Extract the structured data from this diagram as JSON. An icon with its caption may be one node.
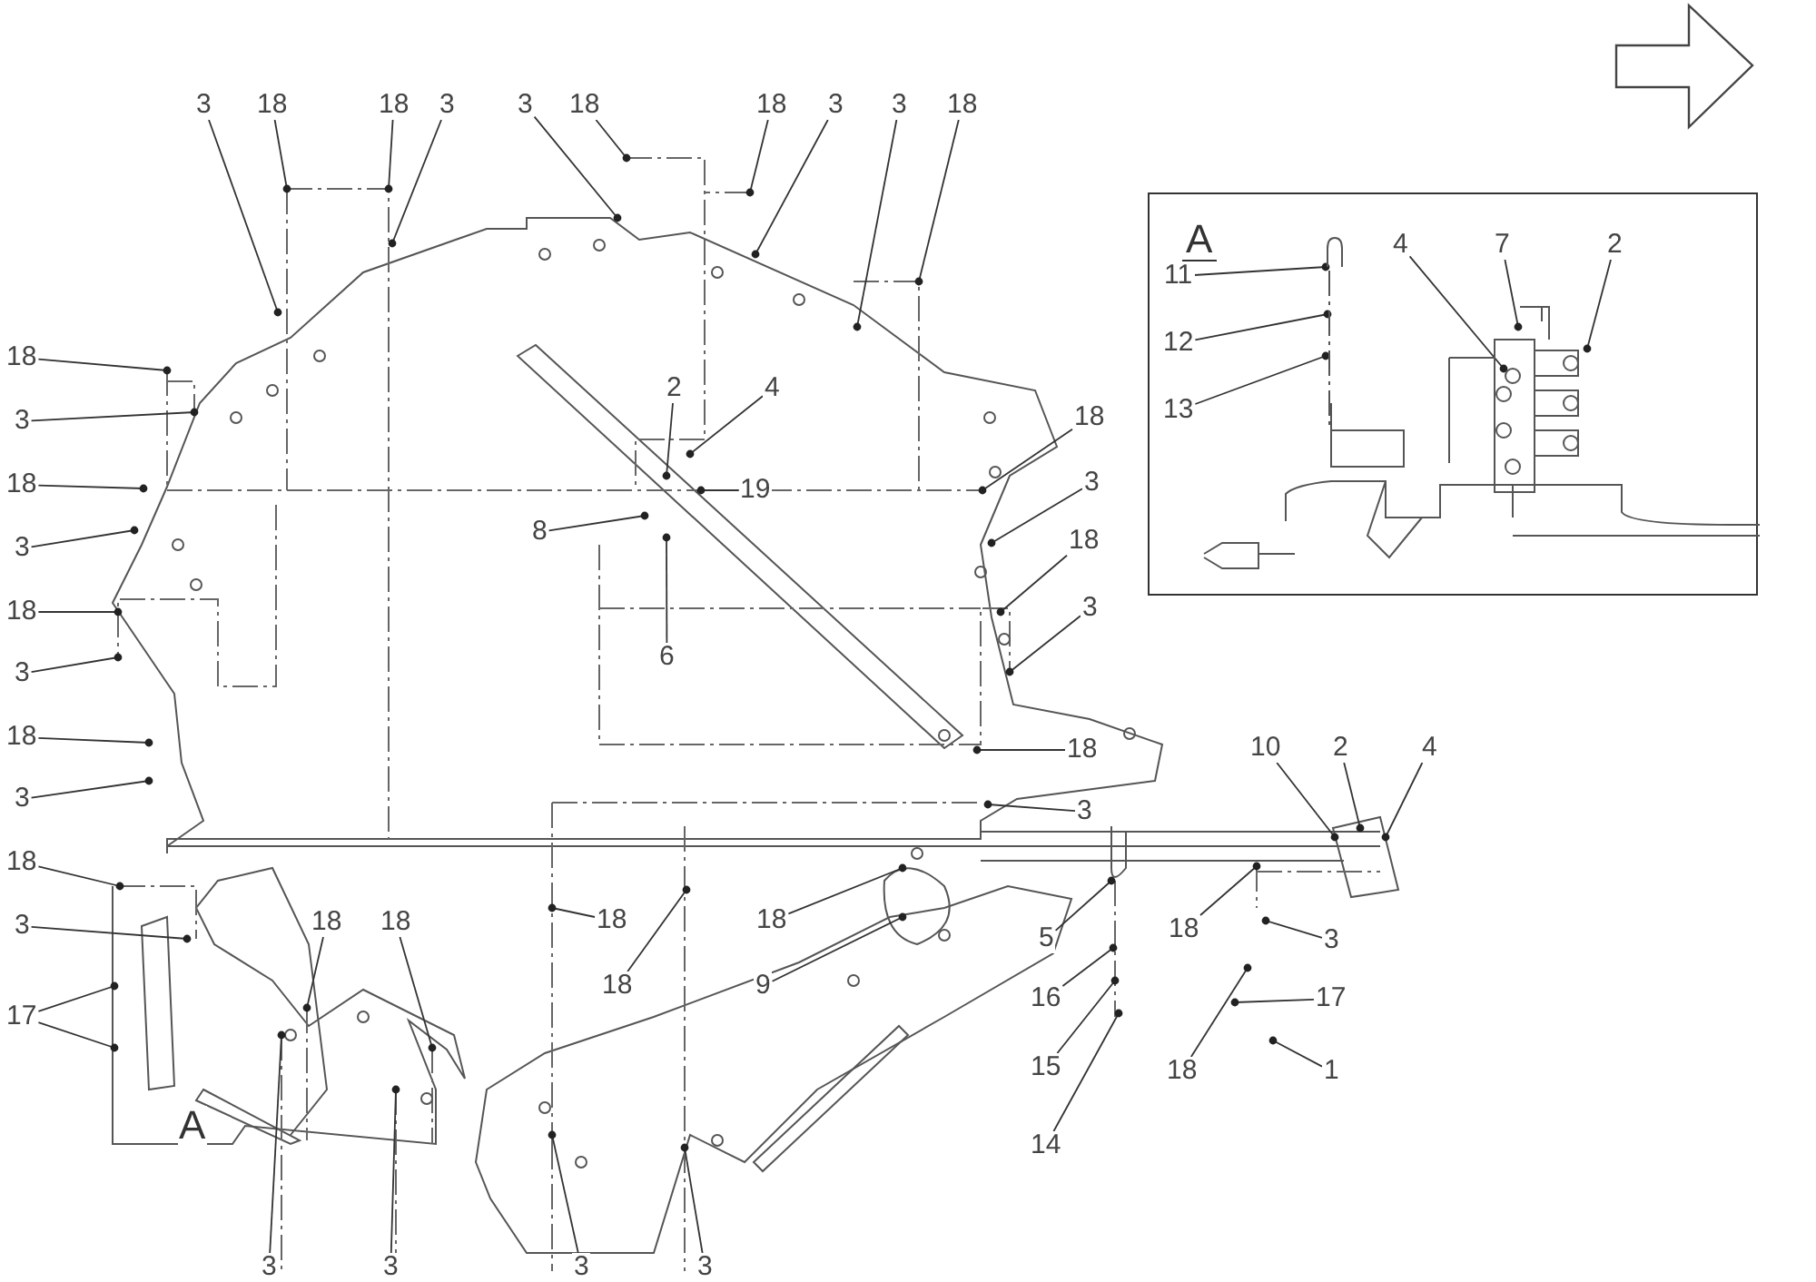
{
  "diagram": {
    "nodes": [
      {
        "text": [
          "A"
        ]
      },
      {
        "text": [
          "3"
        ]
      },
      {
        "text": [
          "18"
        ]
      },
      {
        "text": [
          "18"
        ]
      },
      {
        "text": [
          "3"
        ]
      },
      {
        "text": [
          "3"
        ]
      },
      {
        "text": [
          "18"
        ]
      },
      {
        "text": [
          "18"
        ]
      },
      {
        "text": [
          "3"
        ]
      },
      {
        "text": [
          "3"
        ]
      },
      {
        "text": [
          "18"
        ]
      },
      {
        "text": [
          "18"
        ]
      },
      {
        "text": [
          "3"
        ]
      },
      {
        "text": [
          "18"
        ]
      },
      {
        "text": [
          "3"
        ]
      },
      {
        "text": [
          "18"
        ]
      },
      {
        "text": [
          "3"
        ]
      },
      {
        "text": [
          "18"
        ]
      },
      {
        "text": [
          "3"
        ]
      },
      {
        "text": [
          "2"
        ]
      },
      {
        "text": [
          "4"
        ]
      },
      {
        "text": [
          "19"
        ]
      },
      {
        "text": [
          "8"
        ]
      },
      {
        "text": [
          "6"
        ]
      },
      {
        "text": [
          "18"
        ]
      },
      {
        "text": [
          "3"
        ]
      },
      {
        "text": [
          "18"
        ]
      },
      {
        "text": [
          "3"
        ]
      },
      {
        "text": [
          "18"
        ]
      },
      {
        "text": [
          "3"
        ]
      },
      {
        "text": [
          "18"
        ]
      },
      {
        "text": [
          "3"
        ]
      },
      {
        "text": [
          "17"
        ]
      },
      {
        "text": [
          "18"
        ]
      },
      {
        "text": [
          "18"
        ]
      },
      {
        "text": [
          "3"
        ]
      },
      {
        "text": [
          "3"
        ]
      },
      {
        "text": [
          "3"
        ]
      },
      {
        "text": [
          "3"
        ]
      },
      {
        "text": [
          "18"
        ]
      },
      {
        "text": [
          "18"
        ]
      },
      {
        "text": [
          "18"
        ]
      },
      {
        "text": [
          "9"
        ]
      },
      {
        "text": [
          "10"
        ]
      },
      {
        "text": [
          "2"
        ]
      },
      {
        "text": [
          "4"
        ]
      },
      {
        "text": [
          "5"
        ]
      },
      {
        "text": [
          "16"
        ]
      },
      {
        "text": [
          "15"
        ]
      },
      {
        "text": [
          "14"
        ]
      },
      {
        "text": [
          "18"
        ]
      },
      {
        "text": [
          "3"
        ]
      },
      {
        "text": [
          "18"
        ]
      },
      {
        "text": [
          "17"
        ]
      },
      {
        "text": [
          "1"
        ]
      },
      {
        "text": [
          "11"
        ],
        "in": 0
      },
      {
        "text": [
          "12"
        ],
        "in": 0
      },
      {
        "text": [
          "13"
        ],
        "in": 0
      },
      {
        "text": [
          "4"
        ],
        "in": 0
      },
      {
        "text": [
          "7"
        ],
        "in": 0
      },
      {
        "text": [
          "2"
        ],
        "in": 0
      }
    ],
    "edges": [
      {
        "from": 1,
        "to": null,
        "arrow": "other"
      },
      {
        "from": 2,
        "to": null,
        "arrow": "other"
      },
      {
        "from": 3,
        "to": null,
        "arrow": "other"
      },
      {
        "from": 4,
        "to": null,
        "arrow": "other"
      },
      {
        "from": 5,
        "to": null,
        "arrow": "other"
      },
      {
        "from": 6,
        "to": null,
        "arrow": "other"
      },
      {
        "from": 7,
        "to": null,
        "arrow": "other"
      },
      {
        "from": 8,
        "to": null,
        "arrow": "other"
      },
      {
        "from": 9,
        "to": null,
        "arrow": "other"
      },
      {
        "from": 10,
        "to": null,
        "arrow": "other"
      },
      {
        "from": 11,
        "to": null,
        "arrow": "other"
      },
      {
        "from": 12,
        "to": null,
        "arrow": "other"
      },
      {
        "from": 13,
        "to": null,
        "arrow": "other"
      },
      {
        "from": 14,
        "to": null,
        "arrow": "other"
      },
      {
        "from": 15,
        "to": null,
        "arrow": "other"
      },
      {
        "from": 16,
        "to": null,
        "arrow": "other"
      },
      {
        "from": 17,
        "to": null,
        "arrow": "other"
      },
      {
        "from": 18,
        "to": null,
        "arrow": "other"
      },
      {
        "from": 19,
        "to": null,
        "arrow": "other"
      },
      {
        "from": 20,
        "to": null,
        "arrow": "other"
      },
      {
        "from": 21,
        "to": null,
        "arrow": "other"
      },
      {
        "from": 22,
        "to": null,
        "arrow": "other"
      },
      {
        "from": 23,
        "to": null,
        "arrow": "other"
      },
      {
        "from": 24,
        "to": null,
        "arrow": "other"
      },
      {
        "from": 25,
        "to": null,
        "arrow": "other"
      },
      {
        "from": 26,
        "to": null,
        "arrow": "other"
      },
      {
        "from": 27,
        "to": null,
        "arrow": "other"
      },
      {
        "from": 28,
        "to": null,
        "arrow": "other"
      },
      {
        "from": 29,
        "to": null,
        "arrow": "other"
      },
      {
        "from": 30,
        "to": null,
        "arrow": "other"
      },
      {
        "from": 31,
        "to": null,
        "arrow": "other"
      },
      {
        "from": 32,
        "to": null,
        "arrow": "other"
      },
      {
        "from": 32,
        "to": null,
        "arrow": "other"
      },
      {
        "from": 33,
        "to": null,
        "arrow": "other"
      },
      {
        "from": 34,
        "to": null,
        "arrow": "other"
      },
      {
        "from": 35,
        "to": null,
        "arrow": "other"
      },
      {
        "from": 36,
        "to": null,
        "arrow": "other"
      },
      {
        "from": 37,
        "to": null,
        "arrow": "other"
      },
      {
        "from": 38,
        "to": null,
        "arrow": "other"
      },
      {
        "from": 39,
        "to": null,
        "arrow": "other"
      },
      {
        "from": 40,
        "to": null,
        "arrow": "other"
      },
      {
        "from": 41,
        "to": null,
        "arrow": "other"
      },
      {
        "from": 42,
        "to": null,
        "arrow": "other"
      },
      {
        "from": 43,
        "to": null,
        "arrow": "other"
      },
      {
        "from": 44,
        "to": null,
        "arrow": "other"
      },
      {
        "from": 45,
        "to": null,
        "arrow": "other"
      },
      {
        "from": 46,
        "to": null,
        "arrow": "other"
      },
      {
        "from": 47,
        "to": null,
        "arrow": "other"
      },
      {
        "from": 48,
        "to": null,
        "arrow": "other"
      },
      {
        "from": 49,
        "to": null,
        "arrow": "other"
      },
      {
        "from": 50,
        "to": null,
        "arrow": "other"
      },
      {
        "from": 51,
        "to": null,
        "arrow": "other"
      },
      {
        "from": 52,
        "to": null,
        "arrow": "other"
      },
      {
        "from": 53,
        "to": null,
        "arrow": "other"
      },
      {
        "from": 54,
        "to": null,
        "arrow": "other"
      },
      {
        "from": 55,
        "to": null,
        "arrow": "other"
      },
      {
        "from": 56,
        "to": null,
        "arrow": "other"
      },
      {
        "from": 57,
        "to": null,
        "arrow": "other"
      },
      {
        "from": 58,
        "to": null,
        "arrow": "other"
      },
      {
        "from": 59,
        "to": null,
        "arrow": "other"
      },
      {
        "from": 60,
        "to": null,
        "arrow": "other"
      }
    ],
    "labels": [
      "A"
    ]
  }
}
